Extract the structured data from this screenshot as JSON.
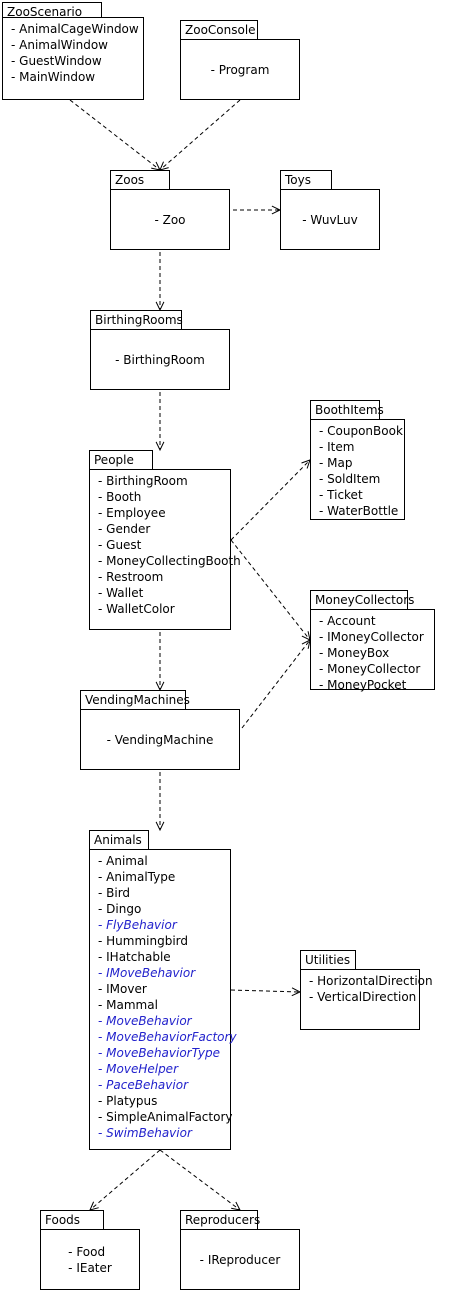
{
  "colors": {
    "line": "#000000",
    "abstract_text": "#2222cc"
  },
  "packages": {
    "zooscenario": {
      "name": "ZooScenario",
      "items": [
        {
          "label": "- AnimalCageWindow",
          "abstract": false
        },
        {
          "label": "- AnimalWindow",
          "abstract": false
        },
        {
          "label": "- GuestWindow",
          "abstract": false
        },
        {
          "label": "- MainWindow",
          "abstract": false
        }
      ]
    },
    "zooconsole": {
      "name": "ZooConsole",
      "items": [
        {
          "label": "- Program",
          "abstract": false
        }
      ]
    },
    "zoos": {
      "name": "Zoos",
      "items": [
        {
          "label": "- Zoo",
          "abstract": false
        }
      ]
    },
    "toys": {
      "name": "Toys",
      "items": [
        {
          "label": "- WuvLuv",
          "abstract": false
        }
      ]
    },
    "birthingrooms": {
      "name": "BirthingRooms",
      "items": [
        {
          "label": "- BirthingRoom",
          "abstract": false
        }
      ]
    },
    "boothitems": {
      "name": "BoothItems",
      "items": [
        {
          "label": "- CouponBook",
          "abstract": false
        },
        {
          "label": "- Item",
          "abstract": false
        },
        {
          "label": "- Map",
          "abstract": false
        },
        {
          "label": "- SoldItem",
          "abstract": false
        },
        {
          "label": "- Ticket",
          "abstract": false
        },
        {
          "label": "- WaterBottle",
          "abstract": false
        }
      ]
    },
    "people": {
      "name": "People",
      "items": [
        {
          "label": "- BirthingRoom",
          "abstract": false
        },
        {
          "label": "- Booth",
          "abstract": false
        },
        {
          "label": "- Employee",
          "abstract": false
        },
        {
          "label": "- Gender",
          "abstract": false
        },
        {
          "label": "- Guest",
          "abstract": false
        },
        {
          "label": "- MoneyCollectingBooth",
          "abstract": false
        },
        {
          "label": "- Restroom",
          "abstract": false
        },
        {
          "label": "- Wallet",
          "abstract": false
        },
        {
          "label": "- WalletColor",
          "abstract": false
        }
      ]
    },
    "moneycollectors": {
      "name": "MoneyCollectors",
      "items": [
        {
          "label": "- Account",
          "abstract": false
        },
        {
          "label": "- IMoneyCollector",
          "abstract": false
        },
        {
          "label": "- MoneyBox",
          "abstract": false
        },
        {
          "label": "- MoneyCollector",
          "abstract": false
        },
        {
          "label": "- MoneyPocket",
          "abstract": false
        }
      ]
    },
    "vendingmachines": {
      "name": "VendingMachines",
      "items": [
        {
          "label": "- VendingMachine",
          "abstract": false
        }
      ]
    },
    "animals": {
      "name": "Animals",
      "items": [
        {
          "label": "- Animal",
          "abstract": false
        },
        {
          "label": "- AnimalType",
          "abstract": false
        },
        {
          "label": "- Bird",
          "abstract": false
        },
        {
          "label": "- Dingo",
          "abstract": false
        },
        {
          "label": "- FlyBehavior",
          "abstract": true
        },
        {
          "label": "- Hummingbird",
          "abstract": false
        },
        {
          "label": "- IHatchable",
          "abstract": false
        },
        {
          "label": "- IMoveBehavior",
          "abstract": true
        },
        {
          "label": "- IMover",
          "abstract": false
        },
        {
          "label": "- Mammal",
          "abstract": false
        },
        {
          "label": "- MoveBehavior",
          "abstract": true
        },
        {
          "label": "- MoveBehaviorFactory",
          "abstract": true
        },
        {
          "label": "- MoveBehaviorType",
          "abstract": true
        },
        {
          "label": "- MoveHelper",
          "abstract": true
        },
        {
          "label": "- PaceBehavior",
          "abstract": true
        },
        {
          "label": "- Platypus",
          "abstract": false
        },
        {
          "label": "- SimpleAnimalFactory",
          "abstract": false
        },
        {
          "label": "- SwimBehavior",
          "abstract": true
        }
      ]
    },
    "utilities": {
      "name": "Utilities",
      "items": [
        {
          "label": "- HorizontalDirection",
          "abstract": false
        },
        {
          "label": "- VerticalDirection",
          "abstract": false
        }
      ]
    },
    "foods": {
      "name": "Foods",
      "items": [
        {
          "label": "- Food",
          "abstract": false
        },
        {
          "label": "- IEater",
          "abstract": false
        }
      ]
    },
    "reproducers": {
      "name": "Reproducers",
      "items": [
        {
          "label": "- IReproducer",
          "abstract": false
        }
      ]
    }
  },
  "dependencies": [
    {
      "from": "zooscenario",
      "to": "zoos"
    },
    {
      "from": "zooconsole",
      "to": "zoos"
    },
    {
      "from": "zoos",
      "to": "toys"
    },
    {
      "from": "zoos",
      "to": "birthingrooms"
    },
    {
      "from": "birthingrooms",
      "to": "people"
    },
    {
      "from": "people",
      "to": "boothitems"
    },
    {
      "from": "people",
      "to": "moneycollectors"
    },
    {
      "from": "people",
      "to": "vendingmachines"
    },
    {
      "from": "vendingmachines",
      "to": "moneycollectors"
    },
    {
      "from": "vendingmachines",
      "to": "animals"
    },
    {
      "from": "animals",
      "to": "utilities"
    },
    {
      "from": "animals",
      "to": "foods"
    },
    {
      "from": "animals",
      "to": "reproducers"
    }
  ]
}
